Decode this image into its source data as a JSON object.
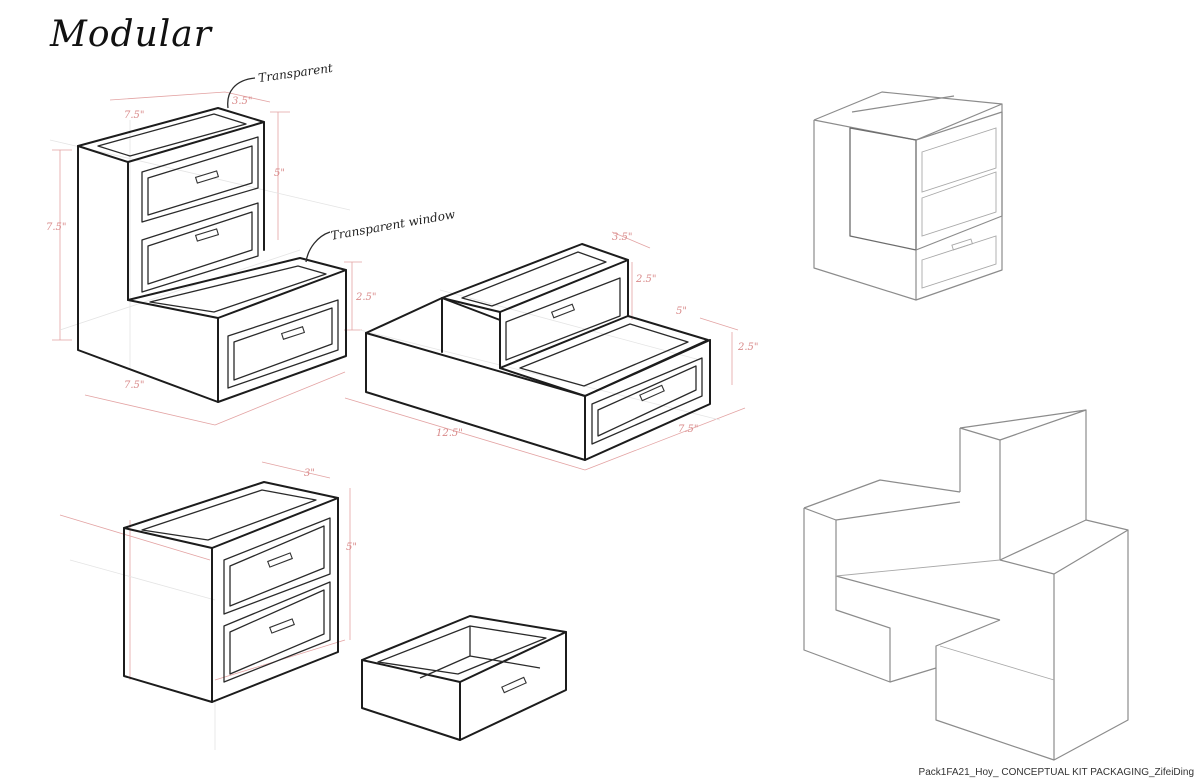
{
  "title": "Modular",
  "annotations": {
    "transparent": "Transparent",
    "transparent_window": "Transparent window"
  },
  "dimensions": {
    "a_top_depth": "7.5\"",
    "a_top_width": "3.5\"",
    "a_height": "7.5\"",
    "a_upper": "5\"",
    "a_lower": "2.5\"",
    "a_base": "7.5\"",
    "b_top_w": "3.5\"",
    "b_upper": "2.5\"",
    "b_step": "5\"",
    "b_lower": "2.5\"",
    "b_length": "12.5\"",
    "b_depth": "7.5\"",
    "c_top": "3\"",
    "c_height": "5\""
  },
  "footer": "Pack1FA21_Hoy_ CONCEPTUAL KIT PACKAGING_ZifeiDing"
}
